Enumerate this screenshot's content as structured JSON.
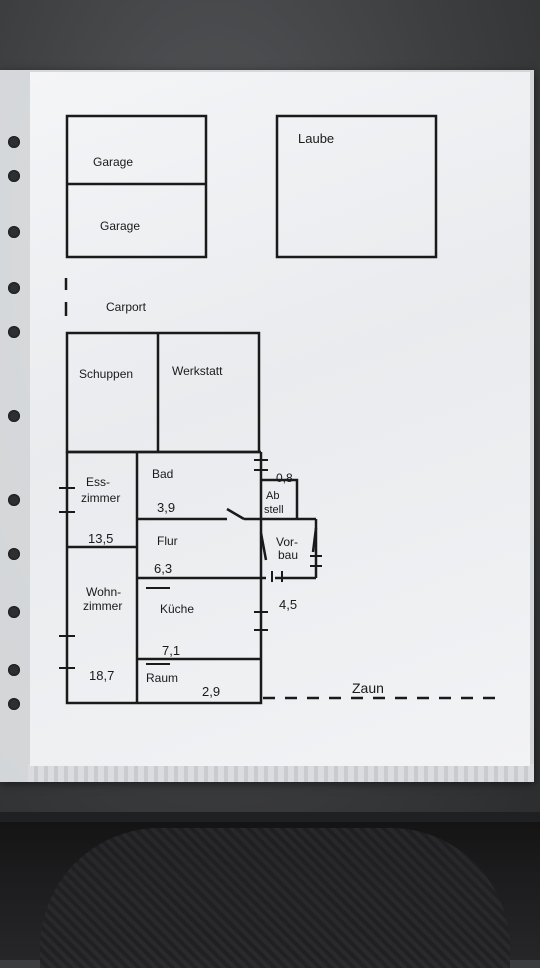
{
  "plan": {
    "garage_1": "Garage",
    "garage_2": "Garage",
    "laube": "Laube",
    "carport": "Carport",
    "schuppen": "Schuppen",
    "werkstatt": "Werkstatt",
    "esszimmer_1": "Ess-",
    "esszimmer_2": "zimmer",
    "esszimmer_area": "13,5",
    "bad": "Bad",
    "bad_area": "3,9",
    "abstell_area": "0,8",
    "abstell_1": "Ab",
    "abstell_2": "stell",
    "flur": "Flur",
    "flur_area": "6,3",
    "vorbau_1": "Vor-",
    "vorbau_2": "bau",
    "vorbau_area": "4,5",
    "wohnzimmer_1": "Wohn-",
    "wohnzimmer_2": "zimmer",
    "wohnzimmer_area": "18,7",
    "kueche": "Küche",
    "kueche_area": "7,1",
    "raum": "Raum",
    "raum_area": "2,9",
    "zaun": "Zaun"
  }
}
